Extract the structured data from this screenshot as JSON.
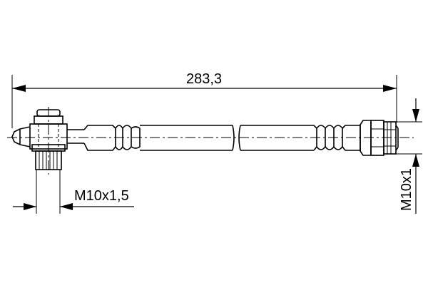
{
  "drawing": {
    "length_label": "283,3",
    "left_thread_label": "M10x1,5",
    "right_thread_label": "M10x1"
  }
}
